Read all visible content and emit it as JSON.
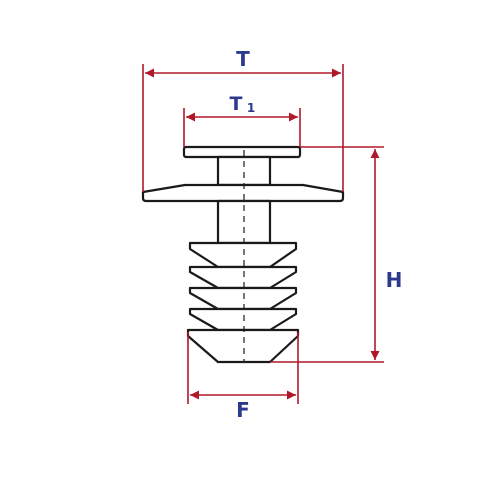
{
  "labels": {
    "T": "T",
    "T1_main": "T",
    "T1_sub": "1",
    "H": "H",
    "F": "F"
  },
  "colors": {
    "outline": "#1a1a1a",
    "dimension": "#b0182a",
    "label": "#2b3a8f",
    "fill": "#ffffff"
  }
}
